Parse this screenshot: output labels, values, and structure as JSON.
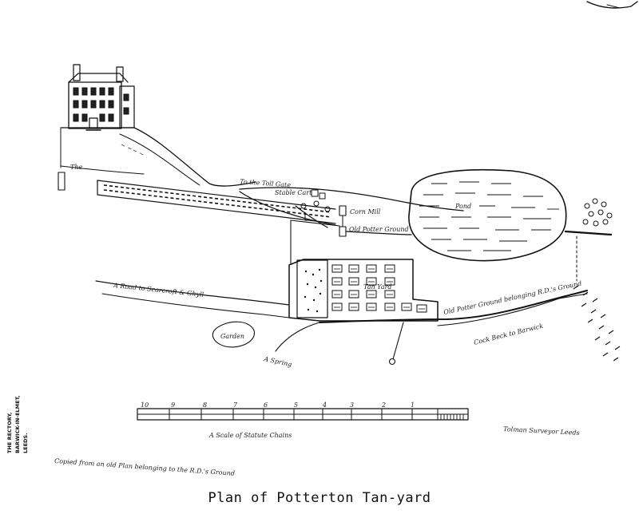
{
  "title": "Plan of Potterton Tan-yard",
  "stamp": {
    "line1": "THE RECTORY,",
    "line2": "BARWICK-IN-ELMET,",
    "line3": "LEEDS."
  },
  "labels": {
    "road_top": "To the Toll Gate",
    "pond": "Pond",
    "corn_mill": "Corn Mill",
    "tan_yard": "Tan Yard",
    "old_potter_ground": "Old Potter Ground",
    "old_potter_ground_right": "Old Potter Ground belonging R.D.'s Ground",
    "road_left": "A Road to Scarcroft & Ghyll",
    "garden": "Garden",
    "spring": "A Spring",
    "beck": "Cock Beck to Barwick",
    "scale_caption": "A Scale of Statute Chains",
    "surveyor": "Tolman Surveyor Leeds",
    "copy_note": "Copied from an old Plan belonging to the R.D.'s Ground"
  },
  "scale_numbers": [
    "10",
    "9",
    "8",
    "7",
    "6",
    "5",
    "4",
    "3",
    "2",
    "1"
  ]
}
